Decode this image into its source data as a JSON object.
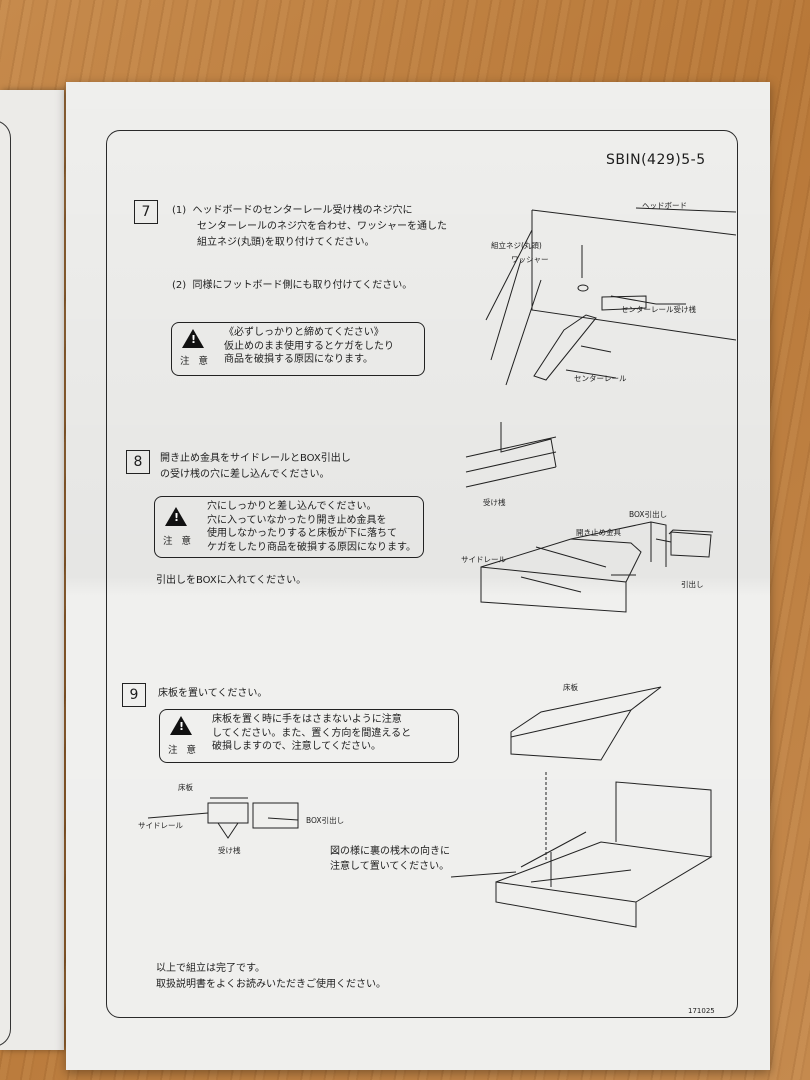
{
  "doc_code": "SBIN(429)5-5",
  "footer_code": "171025",
  "caution_label": "注 意",
  "step7": {
    "number": "7",
    "line1": "(1)  ヘッドボードのセンターレール受け桟のネジ穴に",
    "line2": "センターレールのネジ穴を合わせ、ワッシャーを通した",
    "line3": "組立ネジ(丸頭)を取り付けてください。",
    "line4": "(2)  同様にフットボード側にも取り付けてください。",
    "warning": "《必ずしっかりと締めてください》\n仮止めのまま使用するとケガをしたり\n商品を破損する原因になります。",
    "labels": {
      "headboard": "ヘッドボード",
      "screw": "組立ネジ(丸頭)",
      "washer": "ワッシャー",
      "rail_support": "センターレール受け桟",
      "center_rail": "センターレール"
    }
  },
  "step8": {
    "number": "8",
    "line1": "開き止め金具をサイドレールとBOX引出し",
    "line2": "の受け桟の穴に差し込んでください。",
    "warning": "穴にしっかりと差し込んでください。\n穴に入っていなかったり開き止め金具を\n使用しなかったりすると床板が下に落ちて\nケガをしたり商品を破損する原因になります。",
    "after": "引出しをBOXに入れてください。",
    "labels": {
      "support": "受け桟",
      "box_drawer": "BOX引出し",
      "stopper": "開き止め金具",
      "side_rail": "サイドレール",
      "drawer": "引出し"
    }
  },
  "step9": {
    "number": "9",
    "line1": "床板を置いてください。",
    "warning": "床板を置く時に手をはさまないように注意\nしてください。また、置く方向を間違えると\n破損しますので、注意してください。",
    "labels": {
      "floorboard": "床板",
      "side_rail": "サイドレール",
      "box_drawer": "BOX引出し",
      "support": "受け桟",
      "floorboard_top": "床板"
    },
    "note1": "図の様に裏の桟木の向きに",
    "note2": "注意して置いてください。"
  },
  "closing1": "以上で組立は完了です。",
  "closing2": "取扱説明書をよくお読みいただきご使用ください。"
}
